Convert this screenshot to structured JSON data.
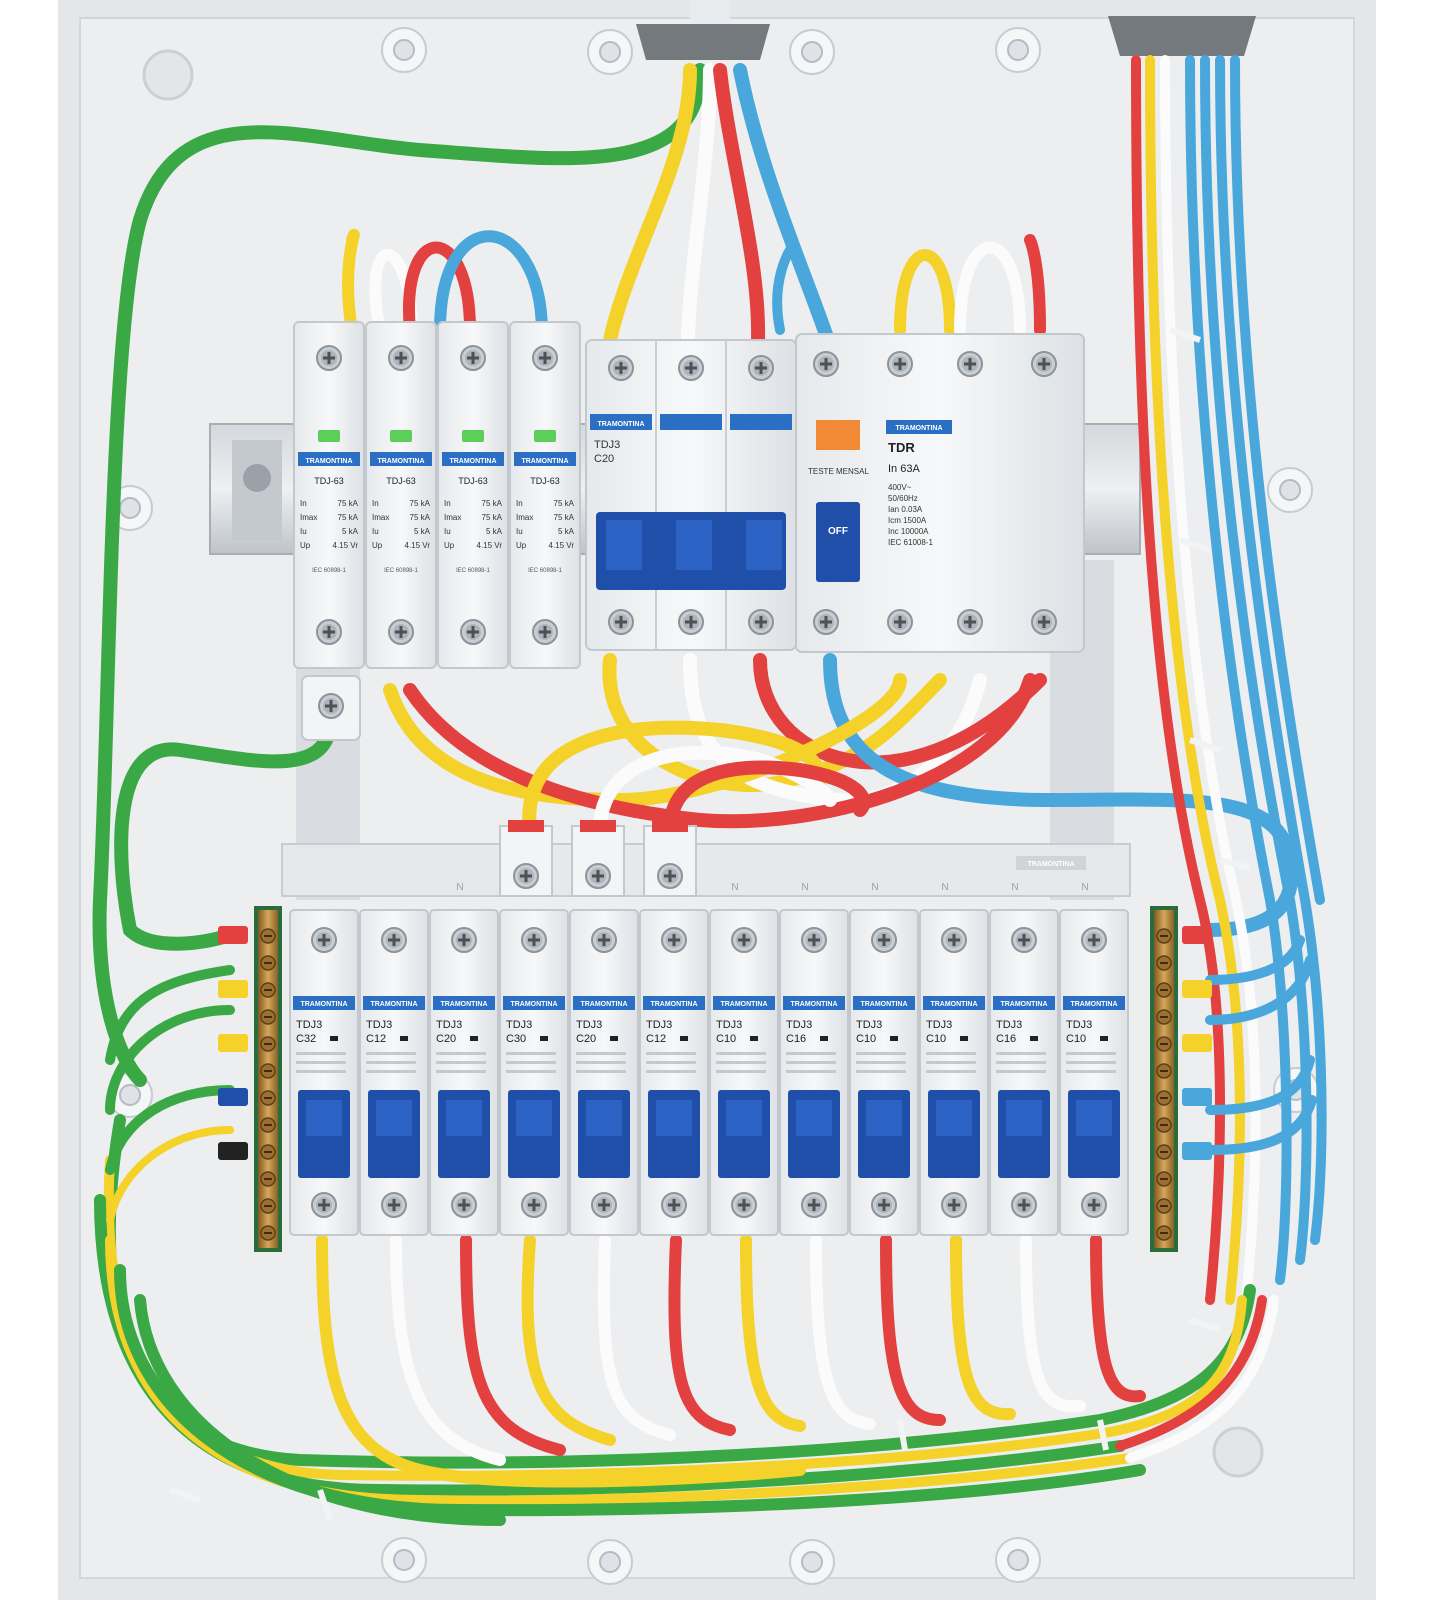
{
  "brand": "TRAMONTINA",
  "colors": {
    "enclosure": "#e9ecef",
    "enclosure_inner": "#dfe3e7",
    "breaker_body": "#f4f5f6",
    "breaker_edge": "#c9ced3",
    "handle_blue": "#1f4fa8",
    "label_blue": "#2a6fc4",
    "green": "#39a845",
    "yellow": "#f4d22a",
    "red": "#e2413f",
    "white": "#fbfbfb",
    "light_blue": "#4aa7dc",
    "brass": "#b8893a",
    "gland": "#6c7075",
    "test_orange": "#f08a34"
  },
  "spd": {
    "units": [
      {
        "model": "TDJ-63"
      },
      {
        "model": "TDJ-63"
      },
      {
        "model": "TDJ-63"
      },
      {
        "model": "TDJ-63"
      }
    ],
    "specs": [
      {
        "k": "In",
        "v": "75 kA"
      },
      {
        "k": "Imax",
        "v": "75 kA"
      },
      {
        "k": "Iu",
        "v": "5 kA"
      },
      {
        "k": "Up",
        "v": "4.15 Vr"
      }
    ],
    "cert": "IEC 60898-1"
  },
  "main_breaker": {
    "model": "TDJ3",
    "rating": "C20"
  },
  "rcd": {
    "model": "TDR",
    "rating": "In 63A",
    "test_label": "TESTE MENSAL",
    "state": "OFF",
    "specs": [
      "400V~",
      "50/60Hz",
      "Ian 0.03A",
      "Icm 1500A",
      "Inc 10000A",
      "IEC 61008-1"
    ]
  },
  "neutral_bar": {
    "mark": "N"
  },
  "branch_breakers": [
    {
      "model": "TDJ3",
      "rating": "C32"
    },
    {
      "model": "TDJ3",
      "rating": "C12"
    },
    {
      "model": "TDJ3",
      "rating": "C20"
    },
    {
      "model": "TDJ3",
      "rating": "C30"
    },
    {
      "model": "TDJ3",
      "rating": "C20"
    },
    {
      "model": "TDJ3",
      "rating": "C12"
    },
    {
      "model": "TDJ3",
      "rating": "C10"
    },
    {
      "model": "TDJ3",
      "rating": "C16"
    },
    {
      "model": "TDJ3",
      "rating": "C10"
    },
    {
      "model": "TDJ3",
      "rating": "C10"
    },
    {
      "model": "TDJ3",
      "rating": "C16"
    },
    {
      "model": "TDJ3",
      "rating": "C10"
    }
  ]
}
